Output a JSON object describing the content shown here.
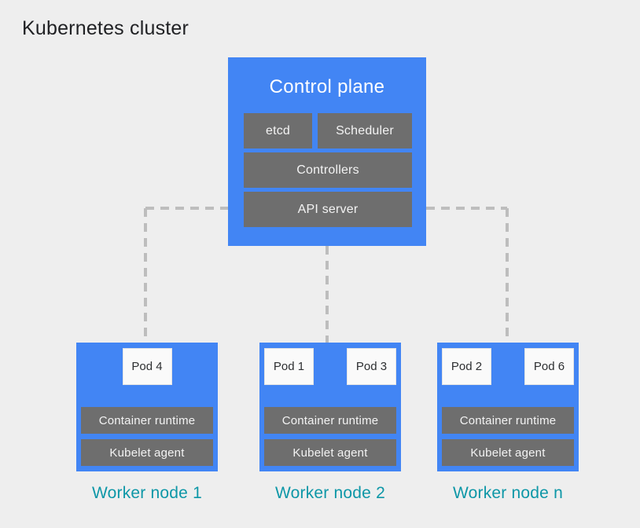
{
  "title": "Kubernetes cluster",
  "colors": {
    "background": "#eeeeee",
    "box_blue": "#4285f4",
    "component_gray": "#6e6e6e",
    "pod_white": "#fafafa",
    "node_label_teal": "#0d97a7",
    "connector_dash_gray": "#bdbdbd",
    "title_text": "#202124",
    "component_text": "#f3f3f3"
  },
  "control_plane": {
    "label": "Control plane",
    "components": {
      "etcd": "etcd",
      "scheduler": "Scheduler",
      "controllers": "Controllers",
      "api_server": "API server"
    }
  },
  "worker_nodes": [
    {
      "label": "Worker node 1",
      "pods": [
        "Pod 4"
      ],
      "components": [
        "Container runtime",
        "Kubelet agent"
      ]
    },
    {
      "label": "Worker node 2",
      "pods": [
        "Pod 1",
        "Pod 3"
      ],
      "components": [
        "Container runtime",
        "Kubelet agent"
      ]
    },
    {
      "label": "Worker node n",
      "pods": [
        "Pod 2",
        "Pod 6"
      ],
      "components": [
        "Container runtime",
        "Kubelet agent"
      ]
    }
  ]
}
